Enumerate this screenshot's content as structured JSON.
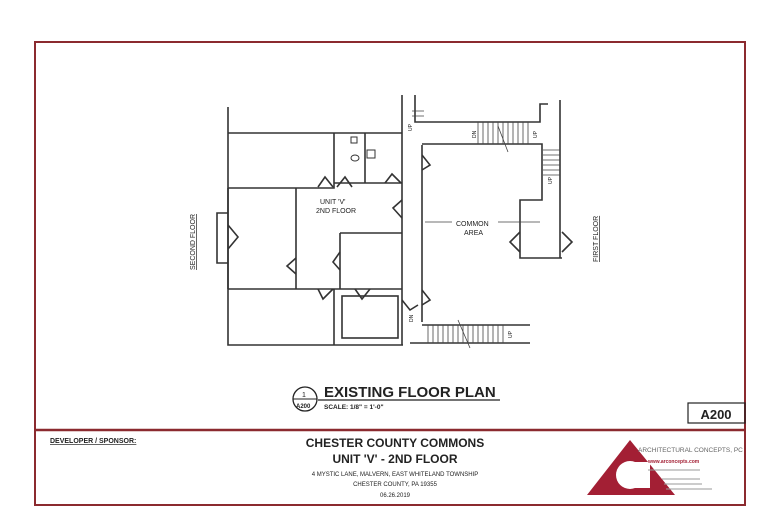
{
  "plan": {
    "unit_label_1": "UNIT 'V'",
    "unit_label_2": "2ND FLOOR",
    "common_1": "COMMON",
    "common_2": "AREA",
    "second_floor": "SECOND FLOOR",
    "first_floor": "FIRST FLOOR",
    "stair_up": "UP",
    "stair_dn": "DN"
  },
  "title_block": {
    "detail_number": "1",
    "detail_sheet": "A200",
    "drawing_title": "EXISTING FLOOR PLAN",
    "scale": "SCALE:  1/8\" = 1'-0\"",
    "sheet_number": "A200",
    "developer_label": "DEVELOPER / SPONSOR:",
    "project_name": "CHESTER COUNTY COMMONS",
    "project_sub": "UNIT 'V' - 2ND FLOOR",
    "address_1": "4 MYSTIC LANE, MALVERN, EAST WHITELAND TOWNSHIP",
    "address_2": "CHESTER COUNTY, PA  19355",
    "date": "06.26.2019"
  },
  "firm": {
    "name": "ARCHITECTURAL CONCEPTS, PC",
    "website": "www.arconcepts.com",
    "brand_color": "#a31f34"
  }
}
